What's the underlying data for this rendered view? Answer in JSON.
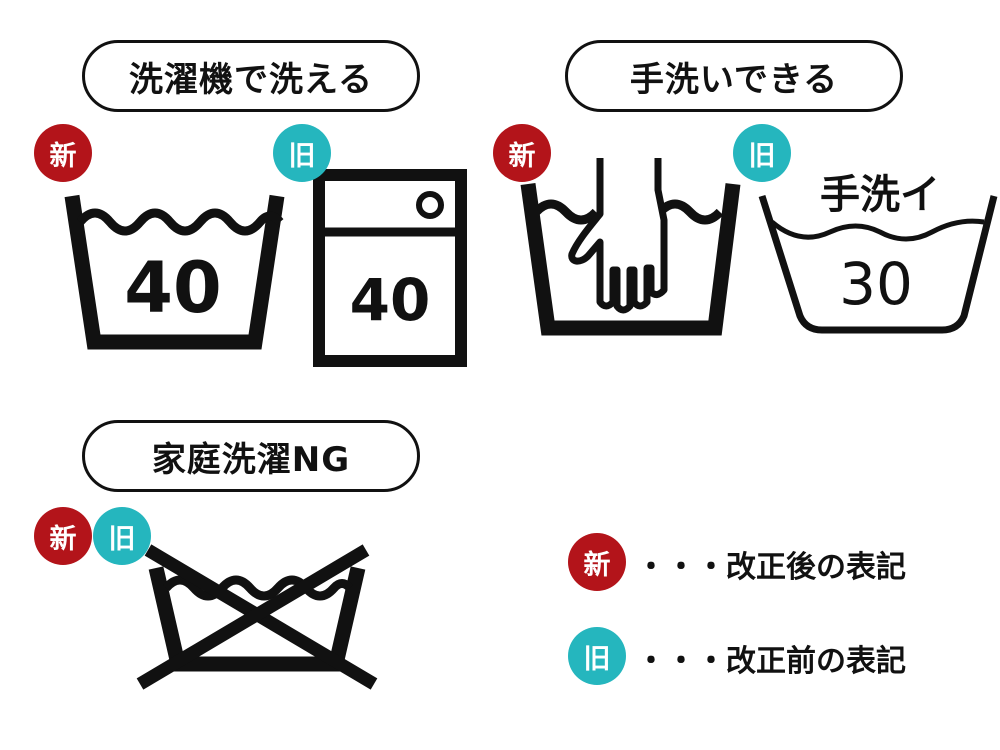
{
  "sections": {
    "machine_wash": "洗濯機で洗える",
    "hand_wash": "手洗いできる",
    "no_home_wash": "家庭洗濯NG"
  },
  "badges": {
    "new": "新",
    "old": "旧"
  },
  "symbols": {
    "machine_new_temp": "40",
    "machine_old_temp": "40",
    "hand_old_label": "手洗イ",
    "hand_old_temp": "30"
  },
  "legend": {
    "new_text": "・・・改正後の表記",
    "old_text": "・・・改正前の表記"
  },
  "colors": {
    "new": "#b3141a",
    "old": "#25b6be",
    "ink": "#111111"
  }
}
